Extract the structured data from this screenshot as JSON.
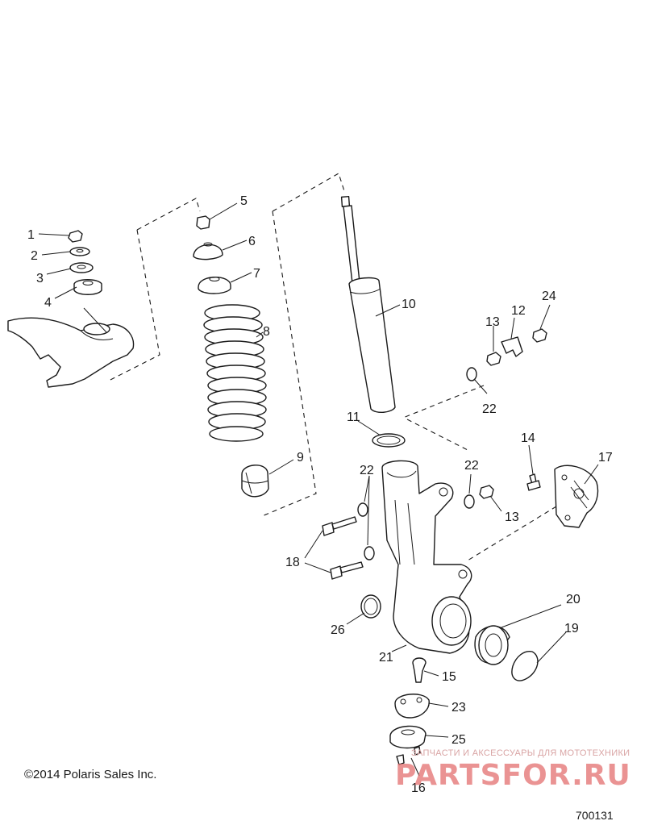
{
  "callouts": [
    {
      "id": "1",
      "text": "1"
    },
    {
      "id": "2",
      "text": "2"
    },
    {
      "id": "3",
      "text": "3"
    },
    {
      "id": "4",
      "text": "4"
    },
    {
      "id": "5",
      "text": "5"
    },
    {
      "id": "6",
      "text": "6"
    },
    {
      "id": "7",
      "text": "7"
    },
    {
      "id": "8",
      "text": "8"
    },
    {
      "id": "9",
      "text": "9"
    },
    {
      "id": "10",
      "text": "10"
    },
    {
      "id": "11",
      "text": "11"
    },
    {
      "id": "12",
      "text": "12"
    },
    {
      "id": "13a",
      "text": "13"
    },
    {
      "id": "13b",
      "text": "13"
    },
    {
      "id": "14",
      "text": "14"
    },
    {
      "id": "15",
      "text": "15"
    },
    {
      "id": "16",
      "text": "16"
    },
    {
      "id": "17",
      "text": "17"
    },
    {
      "id": "18",
      "text": "18"
    },
    {
      "id": "19",
      "text": "19"
    },
    {
      "id": "20",
      "text": "20"
    },
    {
      "id": "21",
      "text": "21"
    },
    {
      "id": "22a",
      "text": "22"
    },
    {
      "id": "22b",
      "text": "22"
    },
    {
      "id": "22c",
      "text": "22"
    },
    {
      "id": "23",
      "text": "23"
    },
    {
      "id": "24",
      "text": "24"
    },
    {
      "id": "25",
      "text": "25"
    },
    {
      "id": "26",
      "text": "26"
    }
  ],
  "footer": {
    "copyright": "©2014 Polaris Sales Inc.",
    "figure_id": "700131"
  },
  "watermark": {
    "tagline": "ЗАПЧАСТИ И АКСЕССУАРЫ ДЛЯ МОТОТЕХНИКИ",
    "brand": "PARTSFOR.RU"
  }
}
